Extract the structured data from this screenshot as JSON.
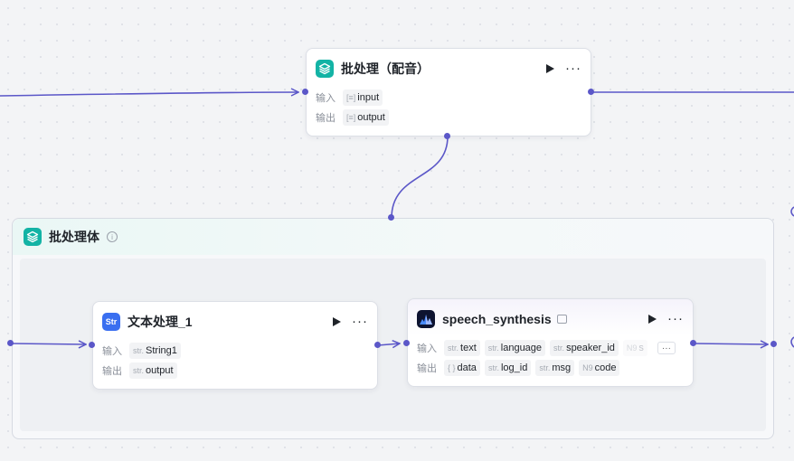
{
  "batch_node": {
    "title": "批处理（配音）",
    "icon": "layers-icon",
    "input_label": "输入",
    "output_label": "输出",
    "input": {
      "type": "list",
      "name": "input"
    },
    "output": {
      "type": "list",
      "name": "output"
    }
  },
  "batch_body": {
    "title": "批处理体",
    "icon": "layers-icon"
  },
  "text_node": {
    "title": "文本处理_1",
    "icon_text": "Str",
    "input_label": "输入",
    "output_label": "输出",
    "input": {
      "type": "str.",
      "name": "String1"
    },
    "output": {
      "type": "str.",
      "name": "output"
    }
  },
  "speech_node": {
    "title": "speech_synthesis",
    "input_label": "输入",
    "output_label": "输出",
    "inputs": [
      {
        "type": "str.",
        "name": "text"
      },
      {
        "type": "str.",
        "name": "language"
      },
      {
        "type": "str.",
        "name": "speaker_id"
      },
      {
        "type": "N9",
        "name": "s"
      }
    ],
    "outputs": [
      {
        "type": "{ }",
        "name": "data"
      },
      {
        "type": "str.",
        "name": "log_id"
      },
      {
        "type": "str.",
        "name": "msg"
      },
      {
        "type": "N9",
        "name": "code"
      }
    ]
  },
  "colors": {
    "edge": "#5b57c8",
    "teal": "#13b3a5",
    "blue": "#3a6ff0"
  }
}
